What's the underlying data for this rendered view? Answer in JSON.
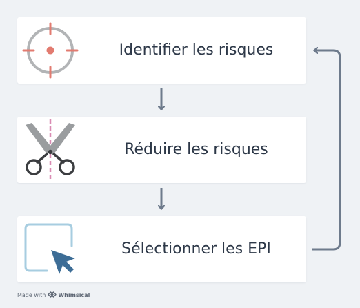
{
  "diagram": {
    "steps": [
      {
        "label": "Identifier les risques",
        "icon": "crosshair-target-icon"
      },
      {
        "label": "Réduire les risques",
        "icon": "scissors-icon"
      },
      {
        "label": "Sélectionner les EPI",
        "icon": "cursor-select-icon"
      }
    ],
    "connectors": [
      "down-arrow",
      "down-arrow",
      "loop-back-arrow"
    ]
  },
  "footer": {
    "made_with": "Made with",
    "brand": "Whimsical"
  },
  "colors": {
    "background": "#eff2f5",
    "card": "#ffffff",
    "text": "#2d3848",
    "arrow": "#6e7b8c",
    "target_ring": "#b2b4b6",
    "target_accent": "#e27b70",
    "scissors_blade": "#9a9d9f",
    "scissors_handle": "#3b3d40",
    "cut_line": "#d98bb3",
    "cursor": "#3d6d96",
    "selection_box": "#a7cde0"
  }
}
